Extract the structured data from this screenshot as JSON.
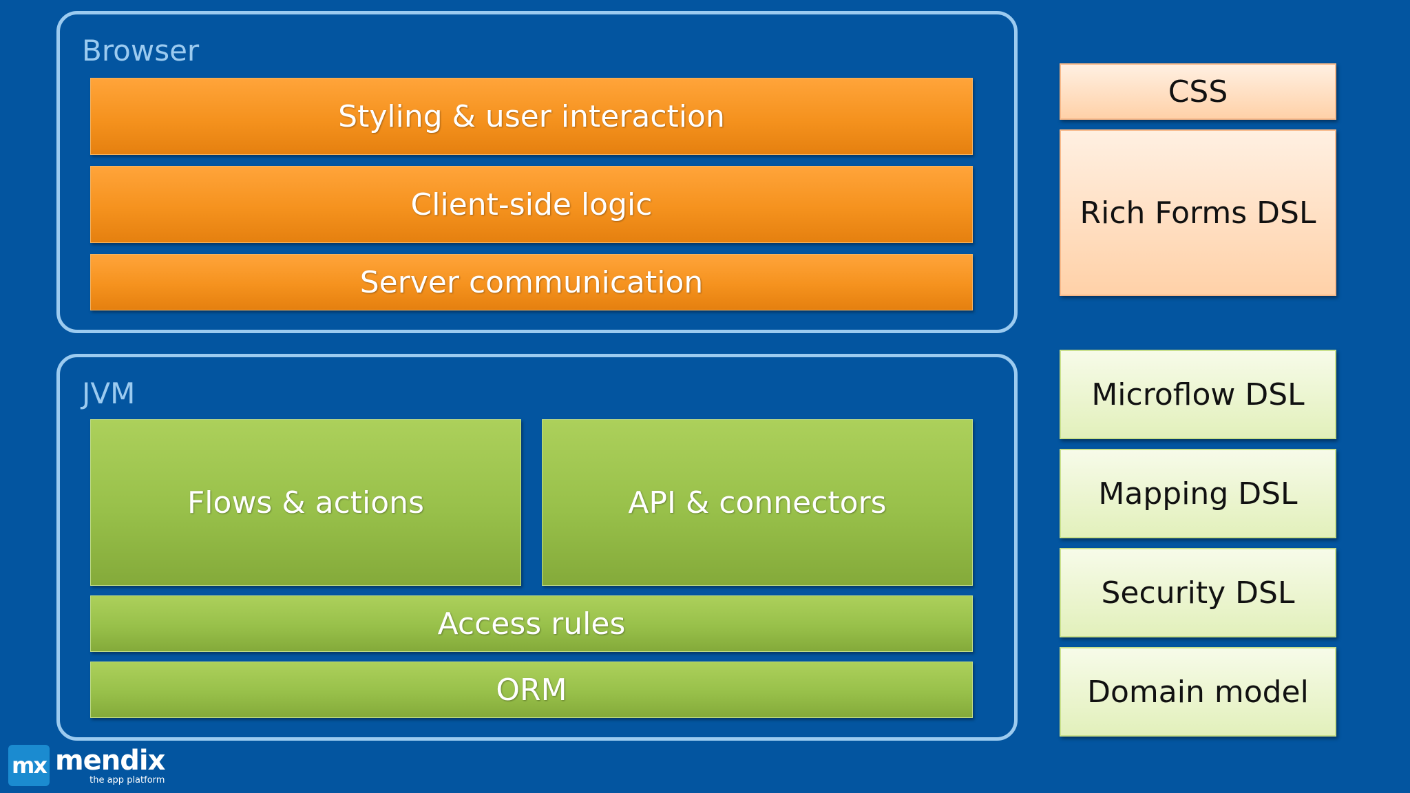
{
  "browser": {
    "label": "Browser",
    "layers": [
      "Styling & user interaction",
      "Client-side logic",
      "Server communication"
    ]
  },
  "jvm": {
    "label": "JVM",
    "top_left": "Flows & actions",
    "top_right": "API & connectors",
    "layers": [
      "Access rules",
      "ORM"
    ]
  },
  "dsls": {
    "css": "CSS",
    "rich_forms": "Rich Forms DSL",
    "microflow": "Microflow DSL",
    "mapping": "Mapping DSL",
    "security": "Security DSL",
    "domain_model": "Domain model"
  },
  "logo": {
    "mark": "mx",
    "word": "mendix",
    "tagline": "the app platform"
  },
  "colors": {
    "background": "#0355a0",
    "container_border": "#9ccbf0",
    "orange": "#f5921e",
    "green": "#98c04a",
    "peach": "#ffd9b3",
    "light_green": "#eaf5cc"
  }
}
